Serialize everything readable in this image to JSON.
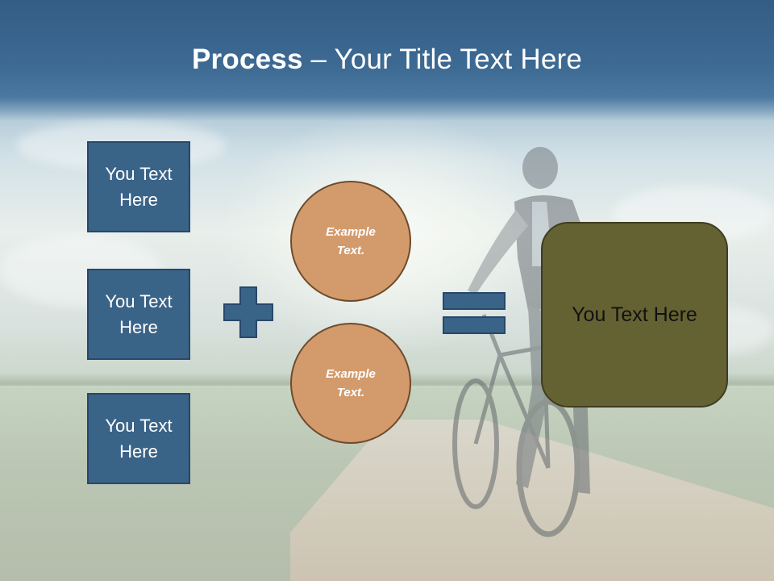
{
  "title": {
    "bold": "Process",
    "separator": " – ",
    "rest": "Your Title Text Here"
  },
  "left_boxes": [
    {
      "label": "You Text Here"
    },
    {
      "label": "You Text Here"
    },
    {
      "label": "You Text Here"
    }
  ],
  "operators": {
    "plus": "plus-icon",
    "equals": "equals-icon"
  },
  "circles": [
    {
      "label": "Example Text."
    },
    {
      "label": "Example Text."
    }
  ],
  "result": {
    "label": "You Text Here"
  },
  "colors": {
    "box_fill": "#3a6388",
    "circle_fill": "#d39b6b",
    "result_fill": "#646232",
    "title_band": "#3d6a93"
  }
}
